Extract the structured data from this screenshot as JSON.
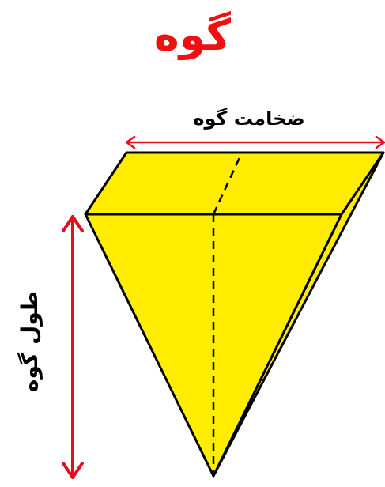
{
  "title": "گوه",
  "labels": {
    "width": "ضخامت گوه",
    "length": "طول گوه"
  },
  "colors": {
    "title": "#ee1111",
    "wedge_fill": "#ffec00",
    "outline": "#000000",
    "arrow": "#e01020"
  }
}
